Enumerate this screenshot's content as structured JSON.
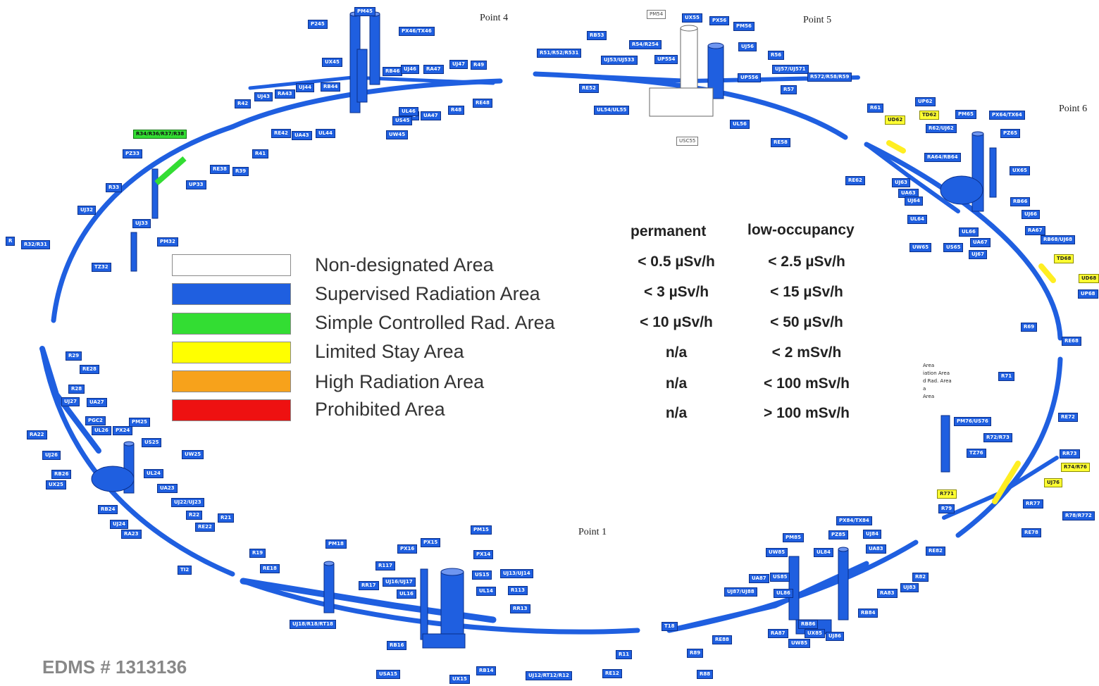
{
  "title": "",
  "points": [
    "Point 4",
    "Point 5",
    "Point 6",
    "Point 1"
  ],
  "legend": [
    {
      "label": "Non-designated Area",
      "color": "#ffffff",
      "permanent": "< 0.5 µSv/h",
      "low_occupancy": "< 2.5 µSv/h"
    },
    {
      "label": "Supervised Radiation Area",
      "color": "#1f5fe0",
      "permanent": "< 3 µSv/h",
      "low_occupancy": "< 15 µSv/h"
    },
    {
      "label": "Simple Controlled Rad. Area",
      "color": "#33dd33",
      "permanent": "< 10 µSv/h",
      "low_occupancy": "< 50 µSv/h"
    },
    {
      "label": "Limited Stay Area",
      "color": "#ffff00",
      "permanent": "n/a",
      "low_occupancy": "< 2 mSv/h"
    },
    {
      "label": "High Radiation Area",
      "color": "#f7a21b",
      "permanent": "n/a",
      "low_occupancy": "< 100 mSv/h"
    },
    {
      "label": "Prohibited Area",
      "color": "#ee1111",
      "permanent": "n/a",
      "low_occupancy": "> 100 mSv/h"
    }
  ],
  "columns": {
    "permanent": "permanent",
    "low_occupancy": "low-occupancy"
  },
  "document_ref": "EDMS # 1313136",
  "legend_fragment": [
    "Area",
    "iation Area",
    "d Rad. Area",
    "a",
    "Area"
  ],
  "labels": {
    "p4": [
      "P245",
      "PM45",
      "PX46/TX46",
      "UX45",
      "RB46",
      "UJ46",
      "RA47",
      "UJ47",
      "R49",
      "R42",
      "UJ43",
      "RA43",
      "UJ44",
      "RB44",
      "RE48",
      "R48",
      "UP46",
      "UA47",
      "UL46",
      "US45",
      "UW45",
      "UA43",
      "UL44",
      "RE42",
      "R41"
    ],
    "p5": [
      "PM54",
      "UX55",
      "PX56",
      "PM56",
      "UJ56",
      "RB53",
      "R54/R254",
      "R51/R52/R531",
      "UJ53/UJ533",
      "UP554",
      "R56",
      "UJ57/UJ571",
      "R572/R58/R59",
      "RE52",
      "UP556",
      "R57",
      "UL54/UL55",
      "UL56",
      "RE58",
      "USC55"
    ],
    "p6": [
      "UP62",
      "R61",
      "UD62",
      "TD62",
      "PM65",
      "PX64/TX64",
      "PZ65",
      "R62/UJ62",
      "RA64/RB64",
      "UX65",
      "RE62",
      "UJ63",
      "UA63",
      "UJ64",
      "RB66",
      "UJ66",
      "UL64",
      "UL66",
      "RA67",
      "RB68/UJ68",
      "UW65",
      "US65",
      "UA67",
      "UJ67",
      "TD68",
      "UD68",
      "UP68",
      "R69",
      "RE68"
    ],
    "p7": [
      "R71",
      "RE72",
      "PM76/US76",
      "R72/R73",
      "TZ76",
      "RR73",
      "R74/R76",
      "UJ76",
      "R771",
      "RR77",
      "R79",
      "R78/R772",
      "RE78"
    ],
    "p8": [
      "PX84/TX84",
      "PZ85",
      "UJ84",
      "PM85",
      "UA83",
      "UW85",
      "UL84",
      "RE82",
      "R82",
      "UJ83",
      "UA87",
      "US85",
      "RA83",
      "UJ87/UJ88",
      "UL86",
      "RB84",
      "RA87",
      "RB86",
      "UX85",
      "UJ86",
      "UW85b",
      "T18",
      "R89",
      "RE88",
      "R88"
    ],
    "p1": [
      "PM15",
      "PX15",
      "PX16",
      "PX14",
      "PM18",
      "R117",
      "UJ16/UJ17",
      "US15",
      "UJ13/UJ14",
      "R19",
      "RE18",
      "RR17",
      "UL16",
      "UL14",
      "RR13",
      "UJ18/R18/RT18",
      "RB16",
      "RB14",
      "UJ12/RT12/R12",
      "RE12",
      "R11",
      "USA15",
      "UX15",
      "R113"
    ],
    "p2": [
      "R29",
      "RE28",
      "R28",
      "UJ27",
      "UA27",
      "PGC2",
      "UL26",
      "PX24",
      "PM25",
      "RA22",
      "US25",
      "UJ26",
      "UW25",
      "RB26",
      "UL24",
      "UX25",
      "UA23",
      "RB24",
      "UJ22/UJ23",
      "R22",
      "RE22",
      "R21",
      "UJ24",
      "RA23",
      "TI2"
    ],
    "p3": [
      "R34/R36/R37/R38",
      "PZ33",
      "RE38",
      "R39",
      "R33",
      "UP33",
      "UJ32",
      "UJ33",
      "PM32",
      "R32/R31",
      "TZ32",
      "R"
    ]
  }
}
